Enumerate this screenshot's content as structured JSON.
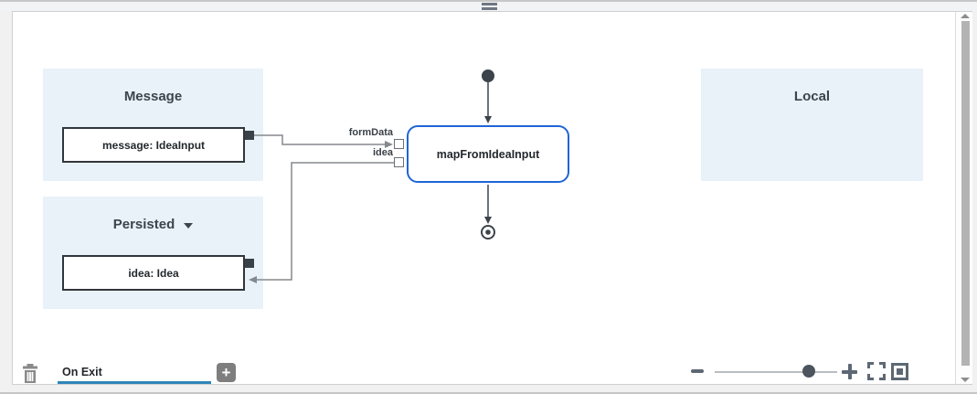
{
  "colors": {
    "node_border_blue": "#1f65d6",
    "panel_background_blue": "#e9f2f9",
    "tab_underline_teal": "#2e86b8",
    "wire_gray": "#85898d",
    "diagram_dark": "#3c434a",
    "control_icon_gray": "#5d6874"
  },
  "diagram": {
    "panels": [
      {
        "title": "Message"
      },
      {
        "title": "Persisted"
      },
      {
        "title": "Local"
      }
    ],
    "variables": {
      "message": "message: IdeaInput",
      "idea": "idea: Idea"
    },
    "node": {
      "title": "mapFromIdeaInput",
      "input_port_label": "formData",
      "output_port_label": "idea"
    }
  },
  "footer": {
    "tab_name": "On Exit",
    "add_tab_label": "+"
  }
}
